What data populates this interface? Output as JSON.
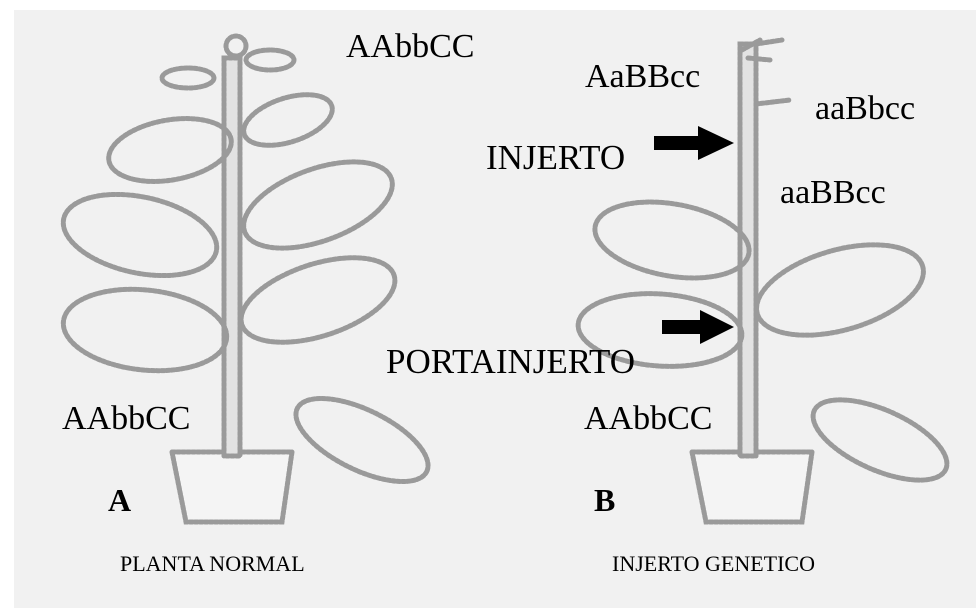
{
  "plant_a": {
    "letter": "A",
    "caption": "PLANTA NORMAL",
    "top_genotype": "AAbbCC",
    "base_genotype": "AAbbCC"
  },
  "plant_b": {
    "letter": "B",
    "caption": "INJERTO GENETICO",
    "genotype_top_left": "AaBBcc",
    "genotype_top_right": "aaBbcc",
    "genotype_middle": "aaBBcc",
    "base_genotype": "AAbbCC",
    "graft_label": "INJERTO",
    "rootstock_label": "PORTAINJERTO"
  },
  "colors": {
    "background": "#f1f1f1",
    "outline": "#9a9a9a",
    "arrow": "#000000"
  }
}
